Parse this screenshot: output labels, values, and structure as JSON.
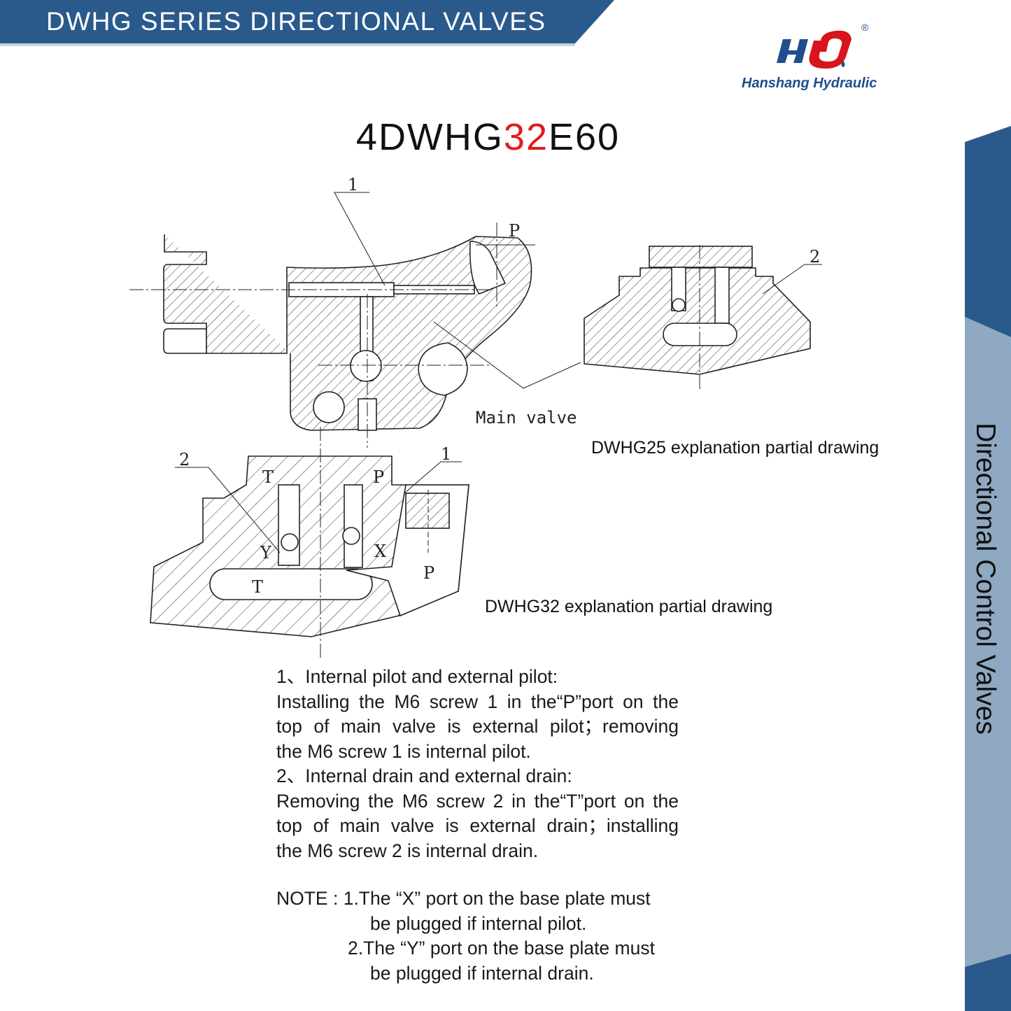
{
  "header": {
    "title": "DWHG SERIES DIRECTIONAL VALVES"
  },
  "brand": {
    "logo_letters": "HU",
    "name": "Hanshang Hydraulic",
    "registered": "®"
  },
  "model": {
    "prefix": "4DWHG",
    "size": "32",
    "suffix": "E60"
  },
  "sidebar": {
    "title": "Directional Control Valves"
  },
  "drawing_labels": {
    "main_1": "1",
    "main_p": "P",
    "main_valve": "Main valve",
    "dwhg25_2": "2",
    "dwhg32_2": "2",
    "dwhg32_1": "1",
    "dwhg32_t_top": "T",
    "dwhg32_p_top": "P",
    "dwhg32_y": "Y",
    "dwhg32_x": "X",
    "dwhg32_t": "T",
    "dwhg32_p": "P"
  },
  "captions": {
    "dwhg25": "DWHG25 explanation partial drawing",
    "dwhg32": "DWHG32 explanation partial drawing"
  },
  "explanation": {
    "lines": [
      "1、Internal pilot and external pilot:",
      "Installing the M6 screw 1 in the“P”port on the",
      "top of main valve is external pilot；removing",
      "the M6 screw 1 is internal pilot.",
      "2、Internal drain and external drain:",
      "Removing the M6 screw 2 in the“T”port on the",
      "top of main valve is external drain；installing",
      "the M6 screw 2 is internal drain."
    ]
  },
  "note": {
    "label": "NOTE : ",
    "items": [
      "1.The “X” port on the base plate must",
      "be plugged if internal pilot.",
      "2.The “Y” port on the base plate must",
      "be plugged if internal drain."
    ]
  },
  "colors": {
    "banner": "#2a5a8c",
    "sidebar_dark": "#2a5a8c",
    "sidebar_light": "#8ea9c1",
    "accent_red": "#e21a1a",
    "logo_blue": "#1f4e8c"
  }
}
